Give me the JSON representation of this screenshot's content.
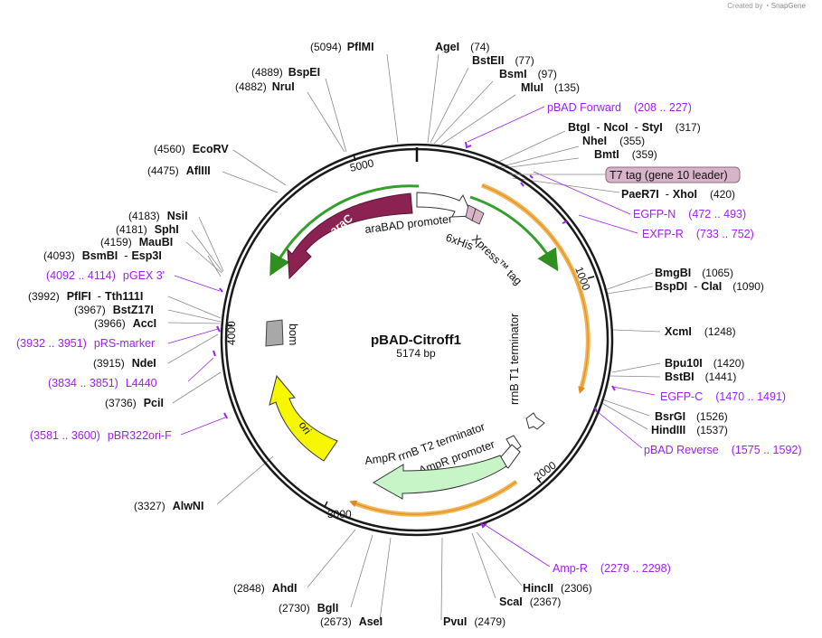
{
  "credit": {
    "prefix": "Created by",
    "brand": "SnapGene"
  },
  "plasmid": {
    "name": "pBAD-Citroff1",
    "length": "5174 bp"
  },
  "ticks": [
    "1000",
    "2000",
    "3000",
    "4000",
    "5000"
  ],
  "enzymes": {
    "PflMI": {
      "name": "PflMI",
      "pos": "(5094)"
    },
    "AgeI": {
      "name": "AgeI",
      "pos": "(74)"
    },
    "BstEII": {
      "name": "BstEII",
      "pos": "(77)"
    },
    "BsmI": {
      "name": "BsmI",
      "pos": "(97)"
    },
    "MluI": {
      "name": "MluI",
      "pos": "(135)"
    },
    "BspEI": {
      "name": "BspEI",
      "pos": "(4889)"
    },
    "NruI": {
      "name": "NruI",
      "pos": "(4882)"
    },
    "BtgI": {
      "name": "BtgI",
      "sep1": "-",
      "name2": "NcoI",
      "sep2": "-",
      "name3": "StyI",
      "pos": "(317)"
    },
    "NheI": {
      "name": "NheI",
      "pos": "(355)"
    },
    "BmtI": {
      "name": "BmtI",
      "pos": "(359)"
    },
    "EcoRV": {
      "name": "EcoRV",
      "pos": "(4560)"
    },
    "AflIII": {
      "name": "AflIII",
      "pos": "(4475)"
    },
    "PaeR7I": {
      "name": "PaeR7I",
      "sep": "-",
      "name2": "XhoI",
      "pos": "(420)"
    },
    "NsiI": {
      "name": "NsiI",
      "pos": "(4183)"
    },
    "SphI": {
      "name": "SphI",
      "pos": "(4181)"
    },
    "MauBI": {
      "name": "MauBI",
      "pos": "(4159)"
    },
    "BsmBI": {
      "name": "BsmBI",
      "sep": "-",
      "name2": "Esp3I",
      "pos": "(4093)"
    },
    "BmgBI": {
      "name": "BmgBI",
      "pos": "(1065)"
    },
    "BspDI": {
      "name": "BspDI",
      "sep": "-",
      "name2": "ClaI",
      "pos": "(1090)"
    },
    "PflFI": {
      "name": "PflFI",
      "sep": "-",
      "name2": "Tth111I",
      "pos": "(3992)"
    },
    "BstZ17I": {
      "name": "BstZ17I",
      "pos": "(3967)"
    },
    "AccI": {
      "name": "AccI",
      "pos": "(3966)"
    },
    "XcmI": {
      "name": "XcmI",
      "pos": "(1248)"
    },
    "NdeI": {
      "name": "NdeI",
      "pos": "(3915)"
    },
    "Bpu10I": {
      "name": "Bpu10I",
      "pos": "(1420)"
    },
    "BstBI": {
      "name": "BstBI",
      "pos": "(1441)"
    },
    "PciI": {
      "name": "PciI",
      "pos": "(3736)"
    },
    "BsrGI": {
      "name": "BsrGI",
      "pos": "(1526)"
    },
    "HindIII": {
      "name": "HindIII",
      "pos": "(1537)"
    },
    "AlwNI": {
      "name": "AlwNI",
      "pos": "(3327)"
    },
    "AhdI": {
      "name": "AhdI",
      "pos": "(2848)"
    },
    "HincII": {
      "name": "HincII",
      "pos": "(2306)"
    },
    "ScaI": {
      "name": "ScaI",
      "pos": "(2367)"
    },
    "BglI": {
      "name": "BglI",
      "pos": "(2730)"
    },
    "AseI": {
      "name": "AseI",
      "pos": "(2673)"
    },
    "PvuI": {
      "name": "PvuI",
      "pos": "(2479)"
    }
  },
  "primers": {
    "pBAD_Forward": {
      "name": "pBAD Forward",
      "range": "(208 .. 227)"
    },
    "EGFP_N": {
      "name": "EGFP-N",
      "range": "(472 .. 493)"
    },
    "EXFP_R": {
      "name": "EXFP-R",
      "range": "(733 .. 752)"
    },
    "pGEX_3": {
      "range": "(4092 .. 4114)",
      "name": "pGEX 3'"
    },
    "pRS_marker": {
      "range": "(3932 .. 3951)",
      "name": "pRS-marker"
    },
    "L4440": {
      "range": "(3834 .. 3851)",
      "name": "L4440"
    },
    "EGFP_C": {
      "name": "EGFP-C",
      "range": "(1470 .. 1491)"
    },
    "pBAD_Reverse": {
      "name": "pBAD Reverse",
      "range": "(1575 .. 1592)"
    },
    "pBR322ori_F": {
      "range": "(3581 .. 3600)",
      "name": "pBR322ori-F"
    },
    "Amp_R": {
      "name": "Amp-R",
      "range": "(2279 .. 2298)"
    }
  },
  "t7tag": {
    "label": "T7 tag (gene 10 leader)"
  },
  "features": {
    "araC": "araC",
    "araBAD": "araBAD promoter",
    "his": "6xHis",
    "xpress": "Xpress™ tag",
    "rrnB_T1": "rrnB T1 terminator",
    "rrnB_T2": "rrnB T2 terminator",
    "ampR": "AmpR",
    "ampR_promoter": "AmpR promoter",
    "ori": "ori",
    "bom": "bom"
  },
  "colors": {
    "backbone": "#1a1a1a",
    "araC": "#8b2252",
    "promoter_fill": "#ffffff",
    "ampR_fill": "#c8f5c8",
    "ori": "#f7f700",
    "bom": "#a8a8a8",
    "orange_arc": "#f2b553",
    "green_arc": "#33a02c",
    "primer": "#a020f0",
    "tag_fill": "#d8b4c8"
  }
}
